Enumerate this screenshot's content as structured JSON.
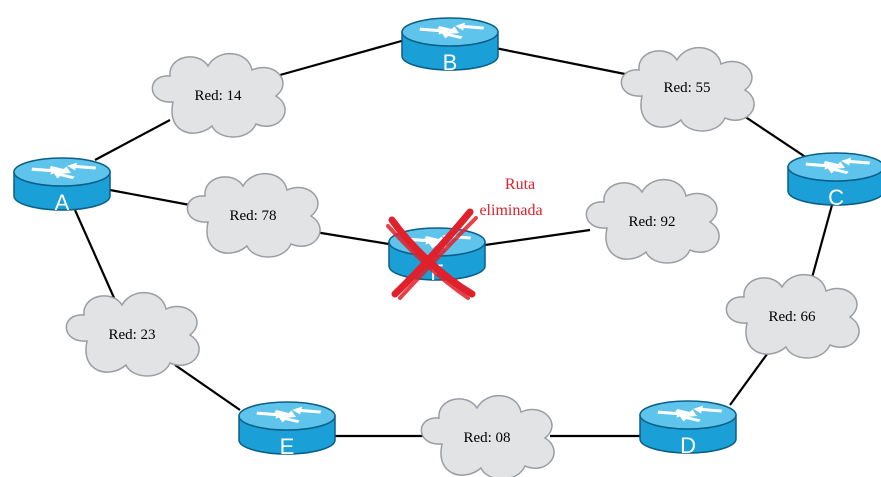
{
  "routers": [
    {
      "id": "A",
      "label": "A",
      "removed": false
    },
    {
      "id": "B",
      "label": "B",
      "removed": false
    },
    {
      "id": "C",
      "label": "C",
      "removed": false
    },
    {
      "id": "D",
      "label": "D",
      "removed": false
    },
    {
      "id": "E",
      "label": "E",
      "removed": false
    },
    {
      "id": "F",
      "label": "F",
      "removed": true
    }
  ],
  "networks": [
    {
      "id": "n14",
      "label": "Red: 14"
    },
    {
      "id": "n55",
      "label": "Red: 55"
    },
    {
      "id": "n78",
      "label": "Red: 78"
    },
    {
      "id": "n92",
      "label": "Red: 92"
    },
    {
      "id": "n66",
      "label": "Red: 66"
    },
    {
      "id": "n23",
      "label": "Red: 23"
    },
    {
      "id": "n08",
      "label": "Red: 08"
    }
  ],
  "annotation": {
    "line1": "Ruta",
    "line2": "eliminada",
    "color": "#e0202a"
  },
  "colors": {
    "router_top": "#5fc4ec",
    "router_side": "#1a9fd6",
    "router_edge": "#0b5f86",
    "cloud_fill": "#e2e3e5",
    "cloud_stroke": "#9a9ea3",
    "link": "#000000",
    "cross": "#e0202a"
  }
}
